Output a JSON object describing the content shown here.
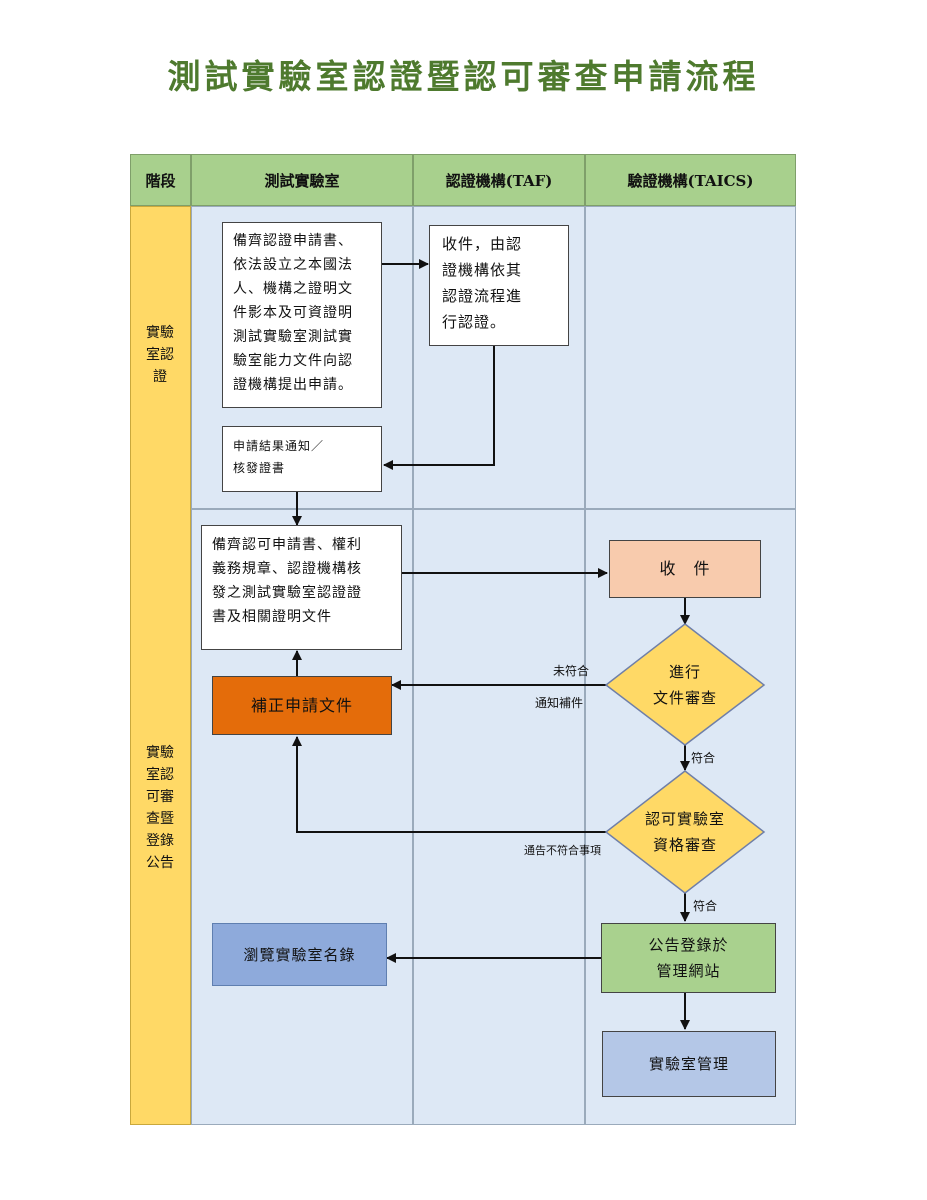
{
  "title": "測試實驗室認證暨認可審查申請流程",
  "header": {
    "stage": "階段",
    "lab": "測試實驗室",
    "taf": "認證機構(TAF)",
    "taics": "驗證機構(TAICS)"
  },
  "stages": {
    "accreditation": "實驗\n室認\n證",
    "recognition": "實驗\n室認\n可審\n查暨\n登錄\n公告"
  },
  "boxes": {
    "lab_apply": "備齊認證申請書、\n依法設立之本國法\n人、機構之證明文\n件影本及可資證明\n測試實驗室測試實\n驗室能力文件向認\n證機構提出申請。",
    "taf_receive": "收件，由認\n證機構依其\n認證流程進\n行認證。",
    "result_notice": "申請結果通知／\n核發證書",
    "recognition_apply": "備齊認可申請書、權利\n義務規章、認證機構核\n發之測試實驗室認證證\n書及相關證明文件",
    "receive": "收　件",
    "doc_review": "進行\n文件審查",
    "supplement": "補正申請文件",
    "qual_review": "認可實驗室\n資格審查",
    "publish": "公告登錄於\n管理網站",
    "browse": "瀏覽實驗室名錄",
    "lab_mgmt": "實驗室管理"
  },
  "labels": {
    "not_comply": "未符合",
    "notify_supplement": "通知補件",
    "comply_1": "符合",
    "notify_noncomply": "通告不符合事項",
    "comply_2": "符合"
  },
  "colors": {
    "title": "#4e7a2e",
    "header": "#a8d08d",
    "stage": "#ffd966",
    "lane": "#dde8f5",
    "receive": "#f8cbad",
    "diamond": "#ffd966",
    "supplement": "#e46c0a",
    "publish": "#a9d18e",
    "browse": "#8eaadb",
    "lab_mgmt": "#b4c7e7"
  }
}
